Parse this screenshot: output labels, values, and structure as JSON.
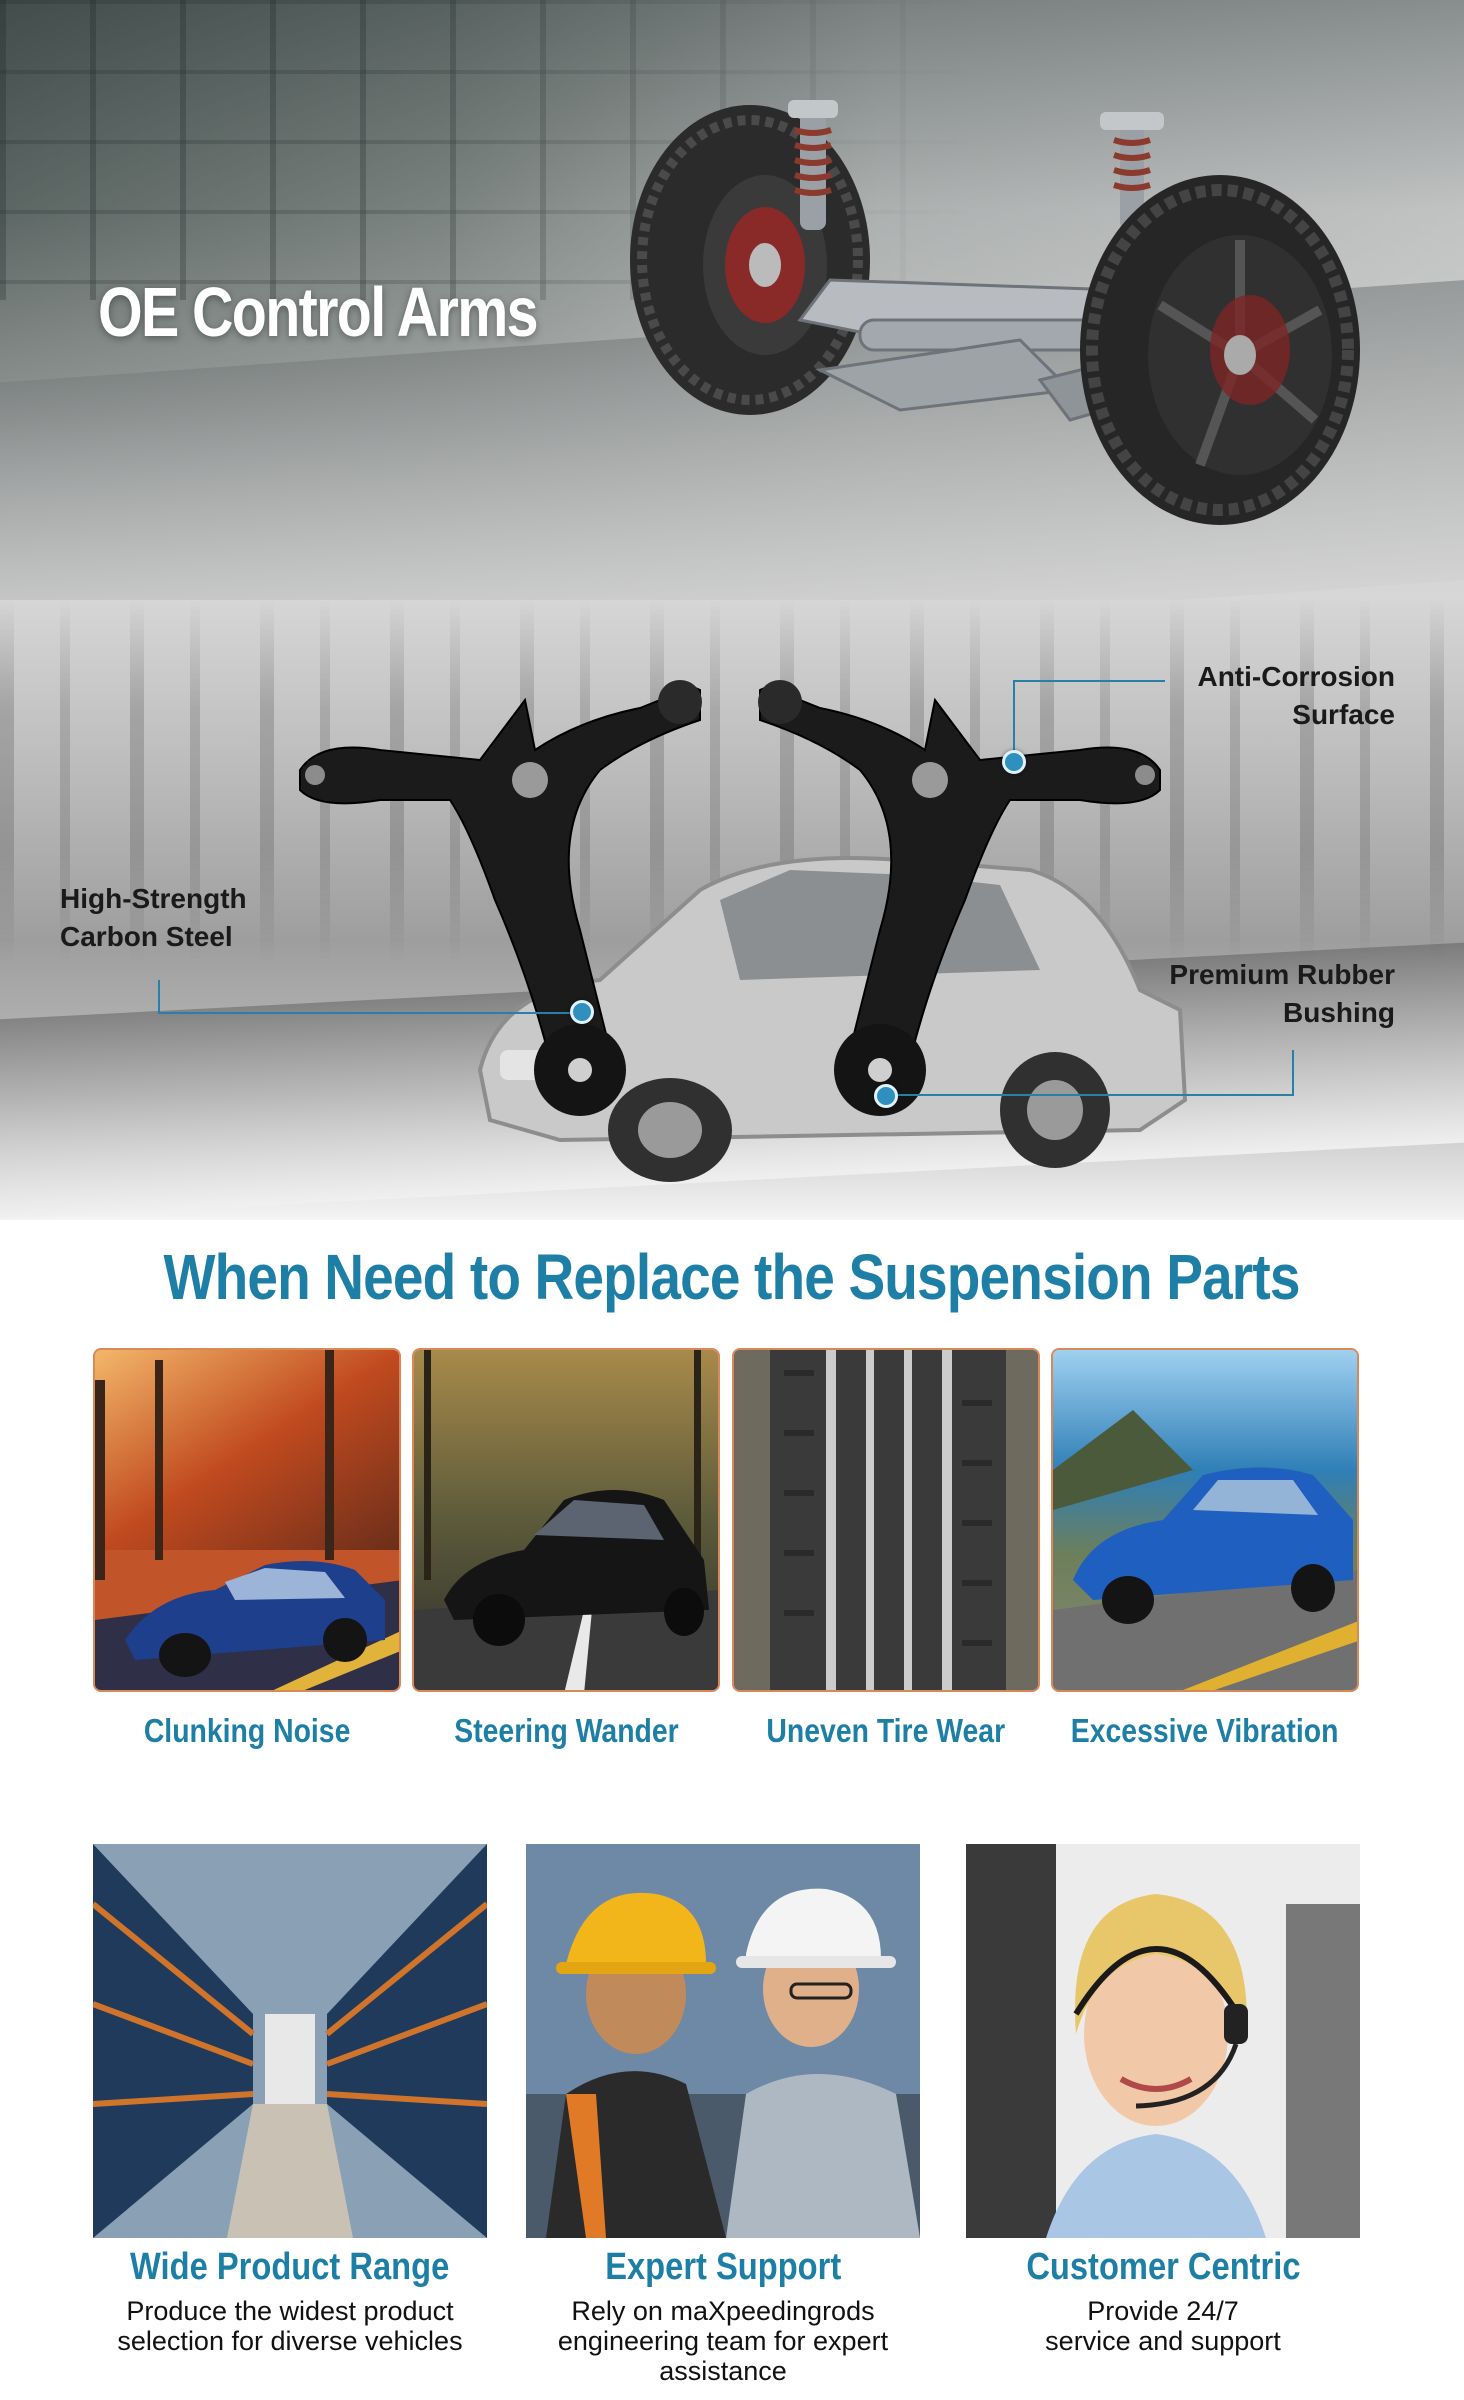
{
  "hero": {
    "title": "OE Control Arms"
  },
  "features_callouts": {
    "anti_corrosion_line1": "Anti-Corrosion",
    "anti_corrosion_line2": "Surface",
    "steel_line1": "High-Strength",
    "steel_line2": "Carbon Steel",
    "bushing_line1": "Premium Rubber",
    "bushing_line2": "Bushing"
  },
  "replace": {
    "heading": "When Need to Replace the Suspension Parts",
    "symptoms": [
      {
        "label": "Clunking Noise",
        "icon": "car-autumn-road-photo"
      },
      {
        "label": "Steering Wander",
        "icon": "car-forest-road-photo"
      },
      {
        "label": "Uneven Tire Wear",
        "icon": "worn-tire-tread-photo"
      },
      {
        "label": "Excessive Vibration",
        "icon": "car-coastal-road-photo"
      }
    ]
  },
  "benefits": [
    {
      "title": "Wide Product Range",
      "desc_line1": "Produce the widest product",
      "desc_line2": "selection for diverse vehicles",
      "desc_line3": "",
      "icon": "warehouse-shelves-photo"
    },
    {
      "title": "Expert Support",
      "desc_line1": "Rely on maXpeedingrods",
      "desc_line2": "engineering team for expert",
      "desc_line3": "assistance",
      "icon": "engineers-photo"
    },
    {
      "title": "Customer Centric",
      "desc_line1": "Provide 24/7",
      "desc_line2": "service and support",
      "desc_line3": "",
      "icon": "support-agent-photo"
    }
  ],
  "colors": {
    "accent": "#1e7fa6",
    "callout_line": "#2a7fa8",
    "card_border": "#d9885a"
  }
}
